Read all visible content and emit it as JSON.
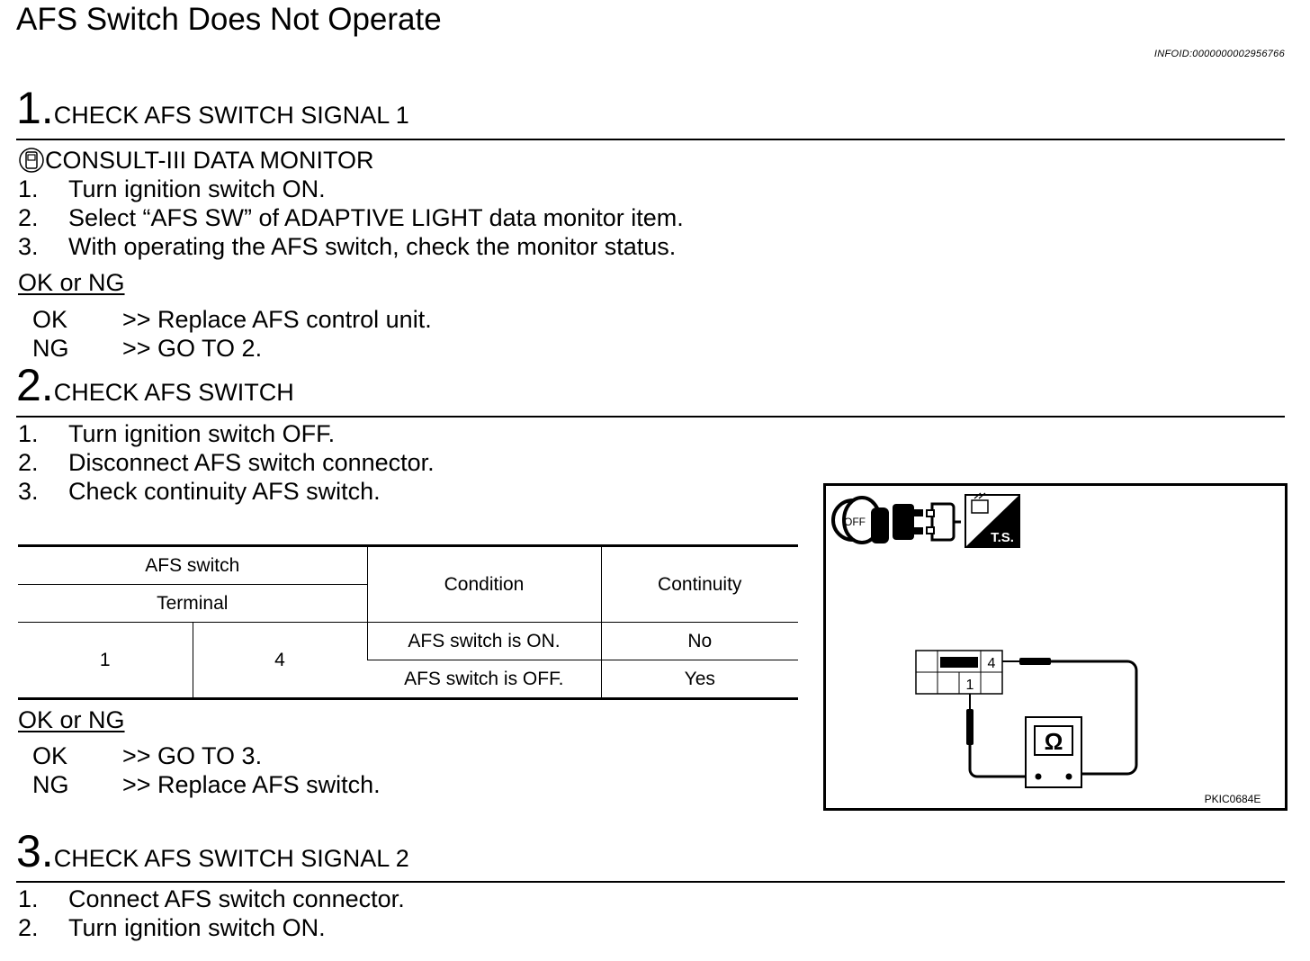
{
  "page_title": "AFS Switch Does Not Operate",
  "info_id": "INFOID:0000000002956766",
  "step1": {
    "number": "1.",
    "title": "CHECK AFS SWITCH SIGNAL 1",
    "consult_label": "CONSULT-III DATA MONITOR",
    "items": [
      {
        "n": "1.",
        "text": "Turn ignition switch ON."
      },
      {
        "n": "2.",
        "text": "Select “AFS SW” of ADAPTIVE LIGHT data monitor item."
      },
      {
        "n": "3.",
        "text": "With operating the AFS switch, check the monitor status."
      }
    ],
    "okng_label": "OK or NG",
    "ok_key": "OK",
    "ok_text": ">> Replace AFS control unit.",
    "ng_key": "NG",
    "ng_text": ">> GO TO 2."
  },
  "step2": {
    "number": "2.",
    "title": "CHECK AFS SWITCH",
    "items": [
      {
        "n": "1.",
        "text": "Turn ignition switch OFF."
      },
      {
        "n": "2.",
        "text": "Disconnect AFS switch connector."
      },
      {
        "n": "3.",
        "text": "Check continuity AFS switch."
      }
    ],
    "table": {
      "h_group": "AFS switch",
      "h_terminal": "Terminal",
      "h_condition": "Condition",
      "h_continuity": "Continuity",
      "terminal_a": "1",
      "terminal_b": "4",
      "rows": [
        {
          "condition": "AFS switch is ON.",
          "continuity": "No"
        },
        {
          "condition": "AFS switch is OFF.",
          "continuity": "Yes"
        }
      ]
    },
    "okng_label": "OK or NG",
    "ok_key": "OK",
    "ok_text": ">> GO TO 3.",
    "ng_key": "NG",
    "ng_text": ">> Replace  AFS  switch."
  },
  "diagram": {
    "off_label": "OFF",
    "ts_label": "T.S.",
    "pin_4": "4",
    "pin_1": "1",
    "ohm_symbol": "Ω",
    "figure_code": "PKIC0684E"
  },
  "step3": {
    "number": "3.",
    "title": "CHECK AFS SWITCH SIGNAL 2",
    "items": [
      {
        "n": "1.",
        "text": "Connect AFS switch connector."
      },
      {
        "n": "2.",
        "text": "Turn ignition switch ON."
      }
    ]
  }
}
